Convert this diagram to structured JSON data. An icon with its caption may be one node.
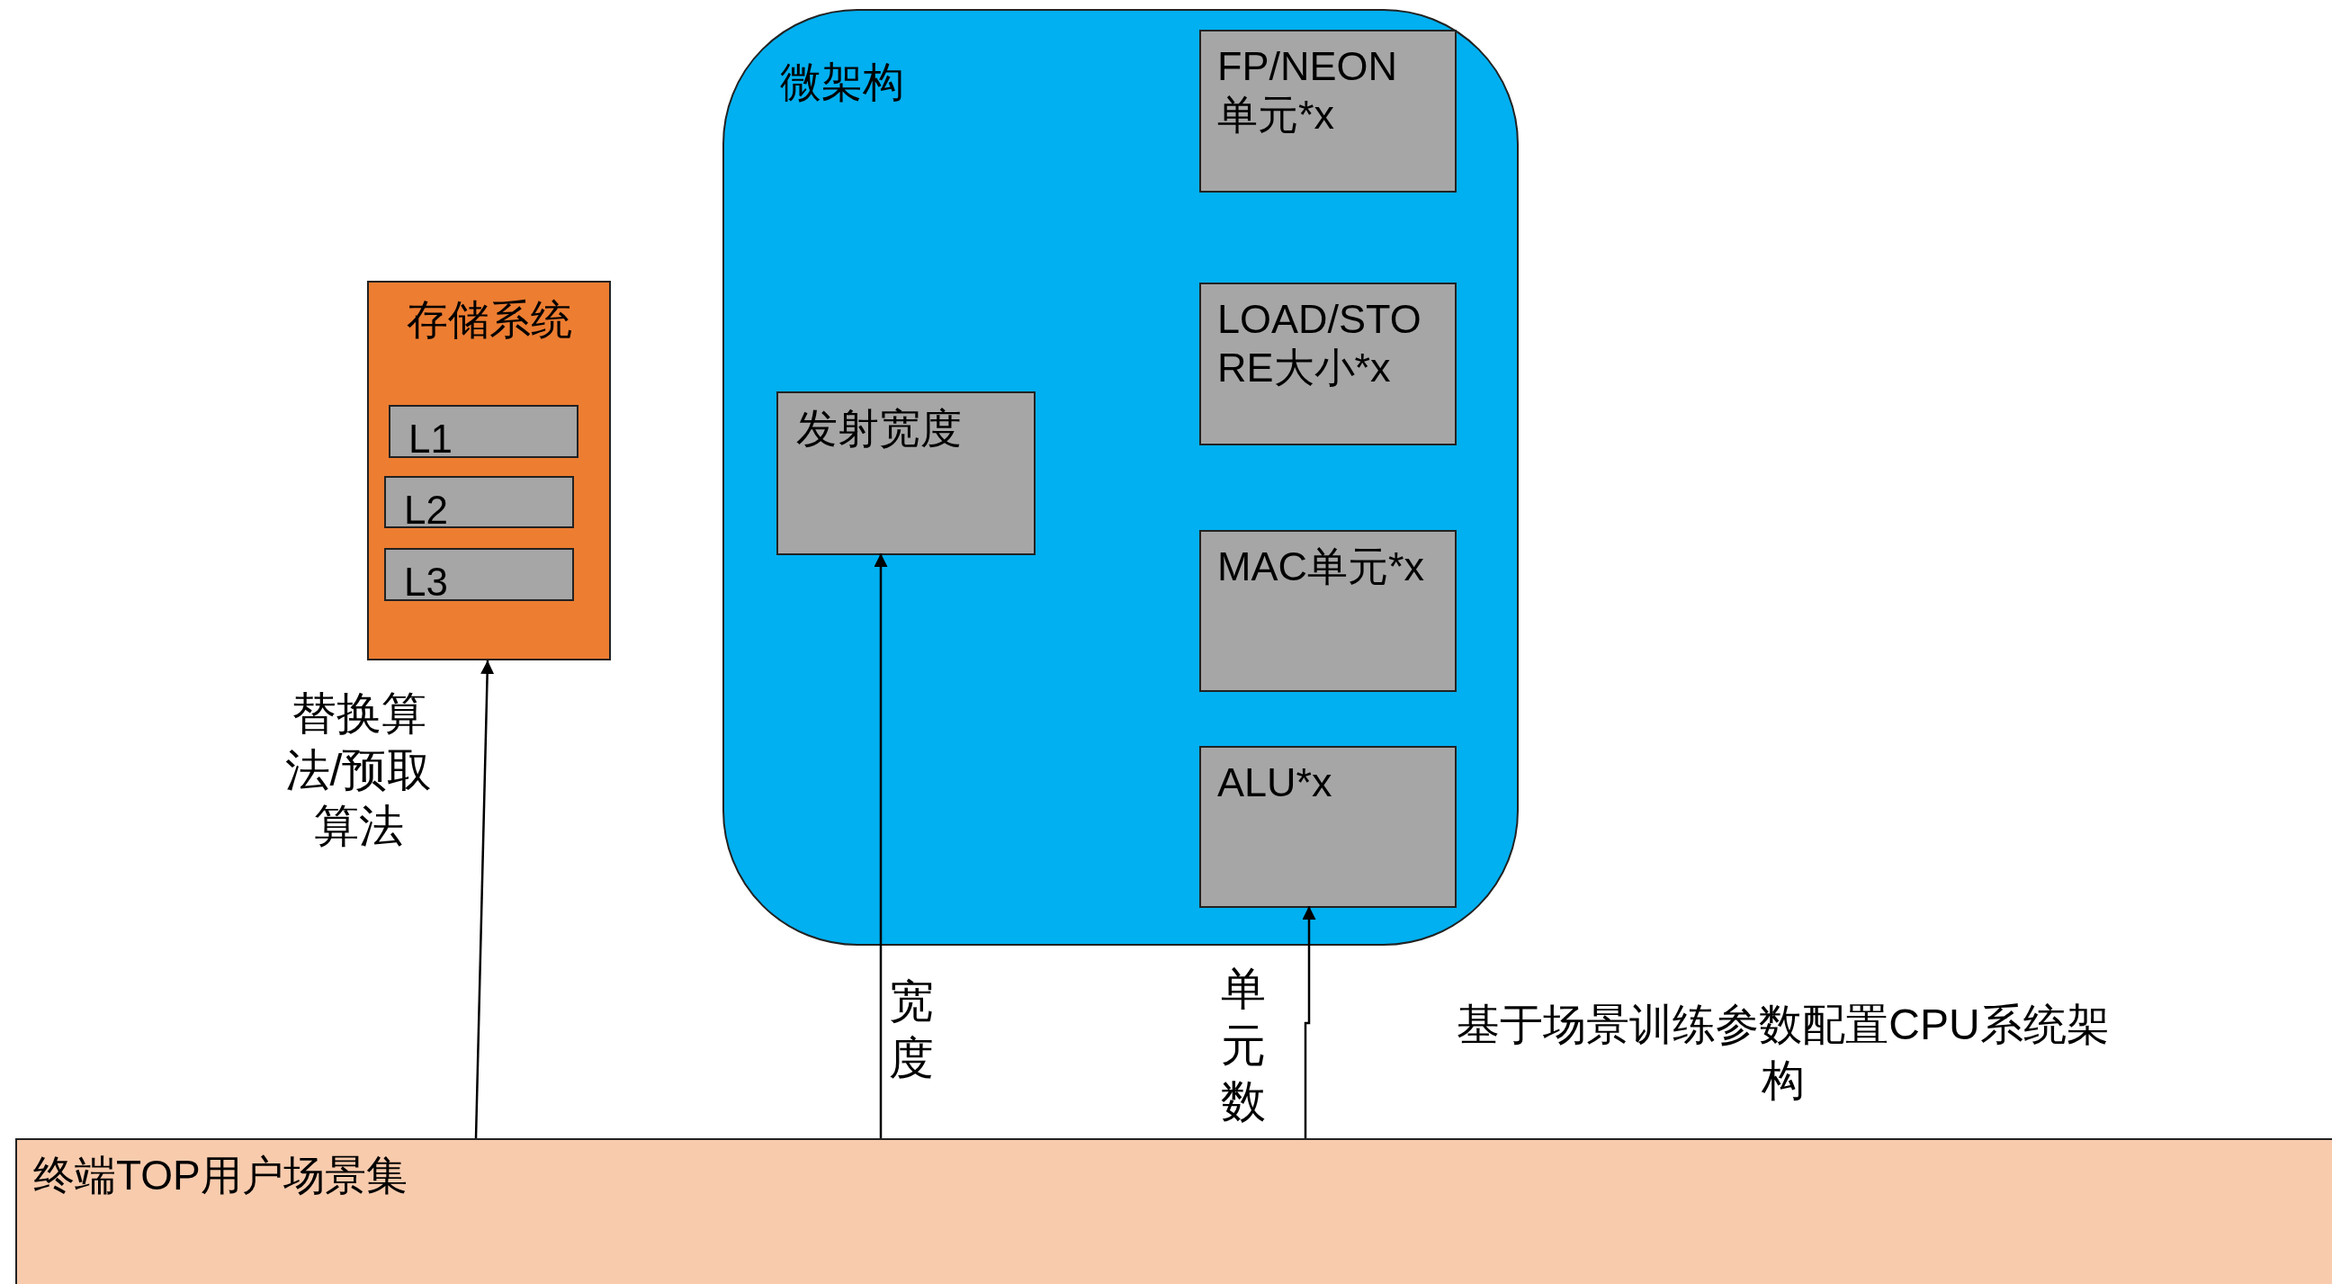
{
  "diagram": {
    "nodes": [
      {
        "text": [
          "存储系统"
        ]
      },
      {
        "text": [
          "L1"
        ],
        "in": 0
      },
      {
        "text": [
          "L2"
        ],
        "in": 0
      },
      {
        "text": [
          "L3"
        ],
        "in": 0
      },
      {
        "text": [
          "微架构"
        ]
      },
      {
        "text": [
          "FP/NEON 单元*x"
        ],
        "in": 4
      },
      {
        "text": [
          "LOAD/STORE大小*x"
        ],
        "in": 4
      },
      {
        "text": [
          "发射宽度"
        ],
        "in": 4
      },
      {
        "text": [
          "MAC单元*x"
        ],
        "in": 4
      },
      {
        "text": [
          "ALU*x"
        ],
        "in": 4
      },
      {
        "text": [
          "终端TOP用户场景集"
        ]
      }
    ],
    "edges": [
      {
        "from": 10,
        "to": 0,
        "arrow": "to",
        "label": "替换算法/预取算法"
      },
      {
        "from": 10,
        "to": 7,
        "arrow": "to",
        "label": "宽度"
      },
      {
        "from": 10,
        "to": 9,
        "arrow": "to",
        "label": "单元数"
      }
    ],
    "labels": [
      "基于场景训练参数配置CPU系统架构"
    ]
  }
}
